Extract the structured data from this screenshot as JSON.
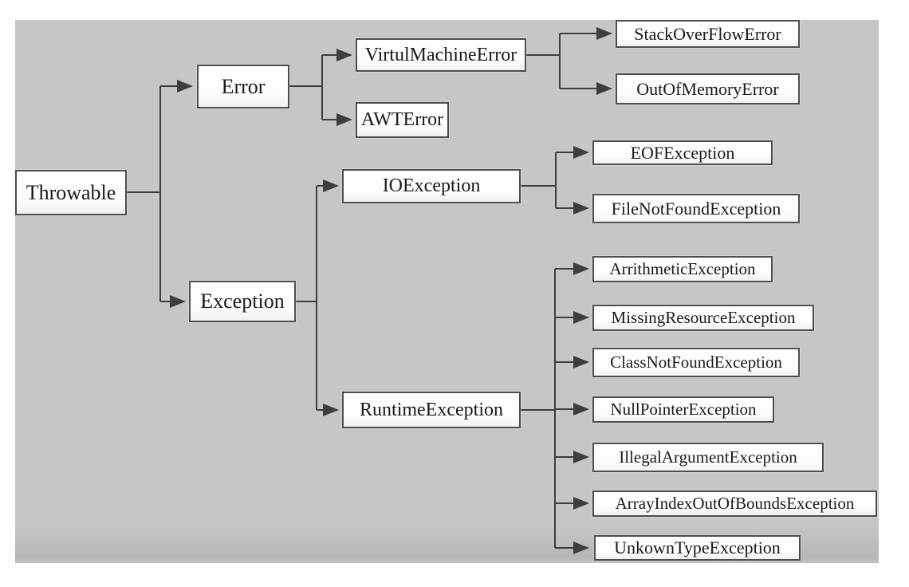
{
  "canvas": {
    "page_background": "#ffffff",
    "panel_color": "#c7c6c6",
    "line_color": "#3e3e3e",
    "box_fill": "#fcfcfc",
    "box_border": "#4e4e4e",
    "text_color": "#1a1a1a"
  },
  "diagram": {
    "type": "hierarchy-flowchart",
    "root": "Throwable"
  },
  "nodes": {
    "throwable": {
      "label": "Throwable"
    },
    "error": {
      "label": "Error"
    },
    "exception": {
      "label": "Exception"
    },
    "virtul_machine_error": {
      "label": "VirtulMachineError"
    },
    "awt_error": {
      "label": "AWTError"
    },
    "stack_overflow_error": {
      "label": "StackOverFlowError"
    },
    "out_of_memory_error": {
      "label": "OutOfMemoryError"
    },
    "io_exception": {
      "label": "IOException"
    },
    "eof_exception": {
      "label": "EOFException"
    },
    "file_not_found_exception": {
      "label": "FileNotFoundException"
    },
    "runtime_exception": {
      "label": "RuntimeException"
    },
    "arrithmetic_exception": {
      "label": "ArrithmeticException"
    },
    "missing_resource_exception": {
      "label": "MissingResourceException"
    },
    "class_not_found_exception": {
      "label": "ClassNotFoundException"
    },
    "null_pointer_exception": {
      "label": "NullPointerException"
    },
    "illegal_argument_exception": {
      "label": "IllegalArgumentException"
    },
    "array_index_out_of_bounds_exception": {
      "label": "ArrayIndexOutOfBoundsException"
    },
    "unkown_type_exception": {
      "label": "UnkownTypeException"
    }
  },
  "edges": [
    [
      "throwable",
      "error"
    ],
    [
      "throwable",
      "exception"
    ],
    [
      "error",
      "virtul_machine_error"
    ],
    [
      "error",
      "awt_error"
    ],
    [
      "virtul_machine_error",
      "stack_overflow_error"
    ],
    [
      "virtul_machine_error",
      "out_of_memory_error"
    ],
    [
      "exception",
      "io_exception"
    ],
    [
      "exception",
      "runtime_exception"
    ],
    [
      "io_exception",
      "eof_exception"
    ],
    [
      "io_exception",
      "file_not_found_exception"
    ],
    [
      "runtime_exception",
      "arrithmetic_exception"
    ],
    [
      "runtime_exception",
      "missing_resource_exception"
    ],
    [
      "runtime_exception",
      "class_not_found_exception"
    ],
    [
      "runtime_exception",
      "null_pointer_exception"
    ],
    [
      "runtime_exception",
      "illegal_argument_exception"
    ],
    [
      "runtime_exception",
      "array_index_out_of_bounds_exception"
    ],
    [
      "runtime_exception",
      "unkown_type_exception"
    ]
  ]
}
